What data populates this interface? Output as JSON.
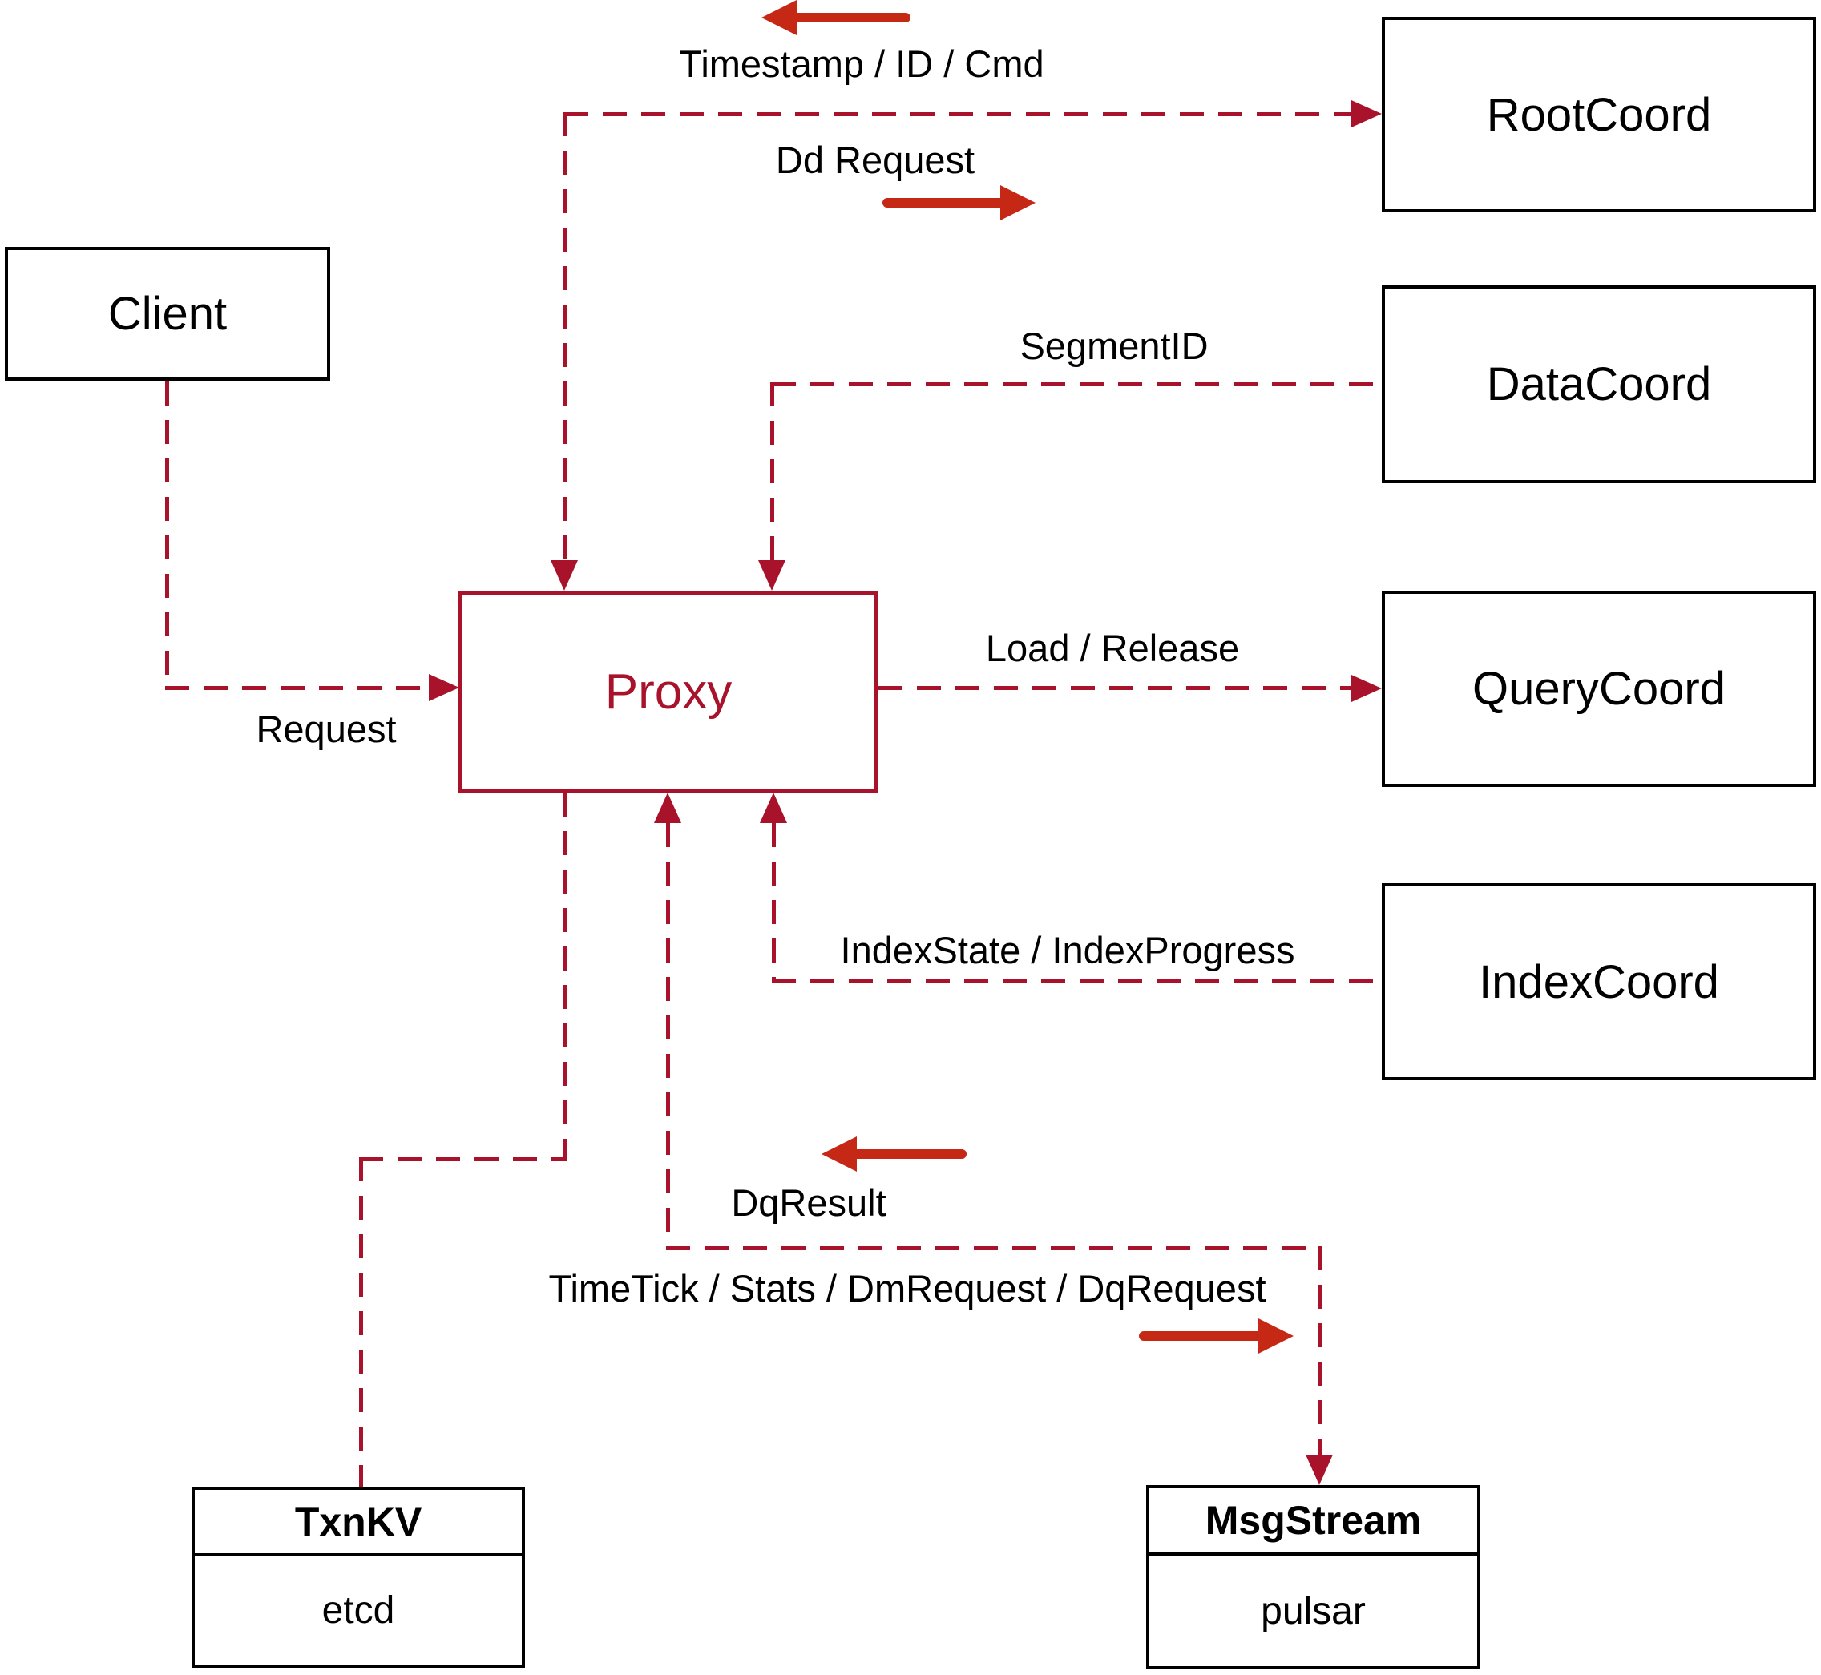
{
  "colors": {
    "line_red": "#a9122b",
    "arrow_red": "#c52814",
    "box_black": "#000000",
    "bg": "#ffffff"
  },
  "nodes": {
    "client": {
      "label": "Client"
    },
    "proxy": {
      "label": "Proxy"
    },
    "root_coord": {
      "label": "RootCoord"
    },
    "data_coord": {
      "label": "DataCoord"
    },
    "query_coord": {
      "label": "QueryCoord"
    },
    "index_coord": {
      "label": "IndexCoord"
    },
    "txn_kv": {
      "title": "TxnKV",
      "impl": "etcd"
    },
    "msg_stream": {
      "title": "MsgStream",
      "impl": "pulsar"
    }
  },
  "edge_labels": {
    "timestamp_id_cmd": "Timestamp / ID / Cmd",
    "dd_request": "Dd Request",
    "segment_id": "SegmentID",
    "load_release": "Load / Release",
    "index_state_progress": "IndexState / IndexProgress",
    "dq_result": "DqResult",
    "timetick_stats": "TimeTick / Stats / DmRequest / DqRequest",
    "request": "Request"
  }
}
